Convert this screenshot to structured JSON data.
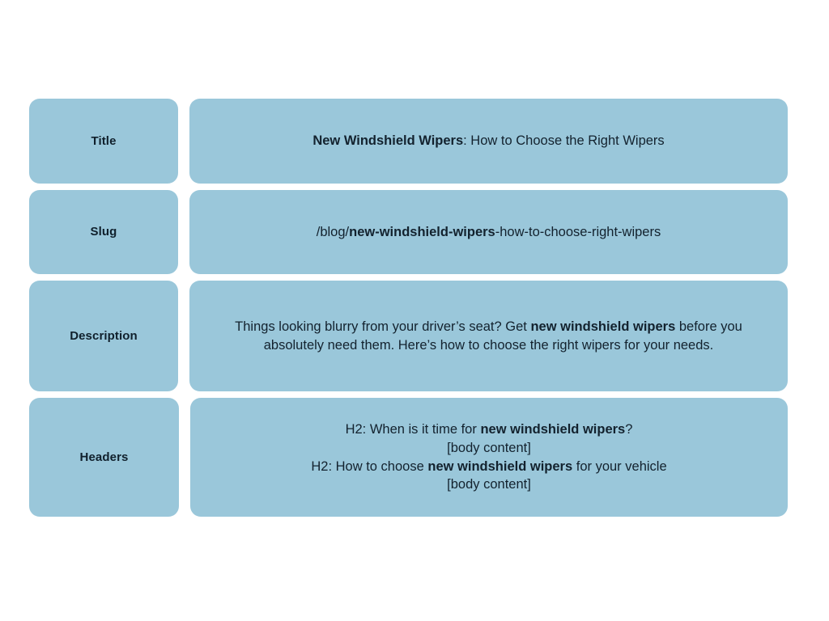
{
  "theme": {
    "page_background": "#ffffff",
    "cell_fill": "#9ac7da",
    "text_color": "#13222e"
  },
  "table": {
    "rows": [
      {
        "label": "Title",
        "type": "title",
        "lines": [
          [
            {
              "text": "New Windshield Wipers",
              "bold": true
            },
            {
              "text": ": How to Choose the Right Wipers",
              "bold": false
            }
          ]
        ],
        "plain": "New Windshield Wipers: How to Choose the Right Wipers"
      },
      {
        "label": "Slug",
        "type": "slug",
        "lines": [
          [
            {
              "text": "/blog/",
              "bold": false
            },
            {
              "text": "new-windshield-wipers",
              "bold": true
            },
            {
              "text": "-how-to-choose-right-wipers",
              "bold": false
            }
          ]
        ],
        "plain": "/blog/new-windshield-wipers-how-to-choose-right-wipers"
      },
      {
        "label": "Description",
        "type": "description",
        "lines": [
          [
            {
              "text": "Things looking blurry from your driver’s seat? Get ",
              "bold": false
            },
            {
              "text": "new windshield wipers",
              "bold": true
            },
            {
              "text": " before you absolutely need them. Here’s how to choose the right wipers for your needs.",
              "bold": false
            }
          ]
        ],
        "plain": "Things looking blurry from your driver’s seat? Get new windshield wipers before you absolutely need them. Here’s how to choose the right wipers for your needs."
      },
      {
        "label": "Headers",
        "type": "headers",
        "lines": [
          [
            {
              "text": "H2: When is it time for ",
              "bold": false
            },
            {
              "text": "new windshield wipers",
              "bold": true
            },
            {
              "text": "?",
              "bold": false
            }
          ],
          [
            {
              "text": "[body content]",
              "bold": false
            }
          ],
          [
            {
              "text": "H2: How to choose ",
              "bold": false
            },
            {
              "text": "new windshield wipers",
              "bold": true
            },
            {
              "text": " for your vehicle",
              "bold": false
            }
          ],
          [
            {
              "text": "[body content]",
              "bold": false
            }
          ]
        ],
        "plain": "H2: When is it time for new windshield wipers? [body content] H2: How to choose new windshield wipers for your vehicle [body content]"
      }
    ]
  }
}
